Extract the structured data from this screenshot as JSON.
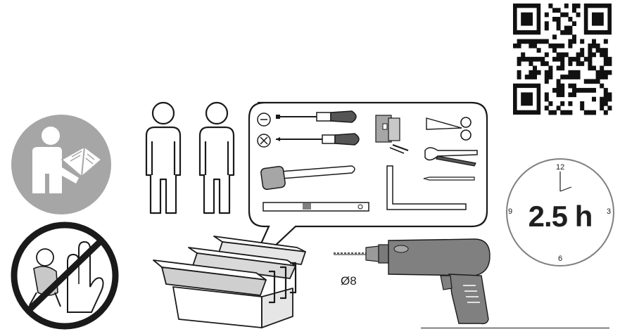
{
  "clock": {
    "hour_12": "12",
    "hour_3": "3",
    "hour_6": "6",
    "hour_9": "9",
    "duration": "2.5 h"
  },
  "drill": {
    "bit_size": "Ø8"
  },
  "colors": {
    "icon_grey": "#a6a6a6",
    "dark_grey": "#808080",
    "outline": "#1a1a1a",
    "prohibit": "#1a1a1a"
  },
  "icons": {
    "manual": "read-manual-icon",
    "persons": "two-persons-icon",
    "no_children": "keep-away-from-children-icon",
    "toolbox": "toolbox-icon",
    "drill": "power-drill-icon",
    "clock": "assembly-time-clock-icon",
    "qr": "qr-code-icon"
  }
}
